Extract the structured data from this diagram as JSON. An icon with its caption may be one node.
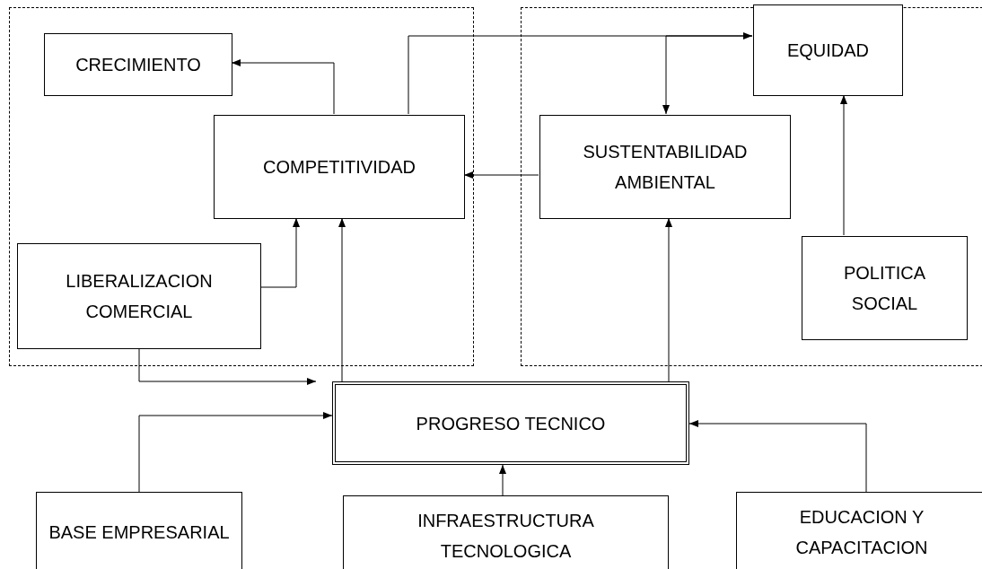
{
  "diagram": {
    "nodes": [
      {
        "text": [],
        "shape": "box"
      },
      {
        "text": [],
        "shape": "box"
      },
      {
        "text": [
          "CRECIMIENTO"
        ],
        "in": 0
      },
      {
        "text": [
          "COMPETITIVIDAD"
        ],
        "in": 0
      },
      {
        "text": [
          "LIBERALIZACION COMERCIAL"
        ],
        "in": 0
      },
      {
        "text": [
          "EQUIDAD"
        ],
        "in": 1
      },
      {
        "text": [
          "SUSTENTABILIDAD AMBIENTAL"
        ],
        "in": 1
      },
      {
        "text": [
          "POLITICA SOCIAL"
        ],
        "in": 1
      },
      {
        "text": [
          "PROGRESO TECNICO"
        ]
      },
      {
        "text": [
          "BASE EMPRESARIAL"
        ]
      },
      {
        "text": [
          "INFRAESTRUCTURA TECNOLOGICA"
        ]
      },
      {
        "text": [
          "EDUCACION Y CAPACITACION"
        ]
      }
    ],
    "edges": [
      {
        "from": 3,
        "to": 2,
        "arrow": "to"
      },
      {
        "from": 3,
        "to": 5,
        "arrow": "to"
      },
      {
        "from": 5,
        "to": 6,
        "arrow": "to"
      },
      {
        "from": 6,
        "to": 3,
        "arrow": "to"
      },
      {
        "from": 4,
        "to": 3,
        "arrow": "to"
      },
      {
        "from": 8,
        "to": 3,
        "arrow": "to"
      },
      {
        "from": 8,
        "to": 6,
        "arrow": "to"
      },
      {
        "from": 7,
        "to": 5,
        "arrow": "to"
      },
      {
        "from": 4,
        "to": 8,
        "arrow": "to"
      },
      {
        "from": 9,
        "to": 8,
        "arrow": "to"
      },
      {
        "from": 10,
        "to": 8,
        "arrow": "to"
      },
      {
        "from": 11,
        "to": 8,
        "arrow": "to"
      }
    ]
  }
}
